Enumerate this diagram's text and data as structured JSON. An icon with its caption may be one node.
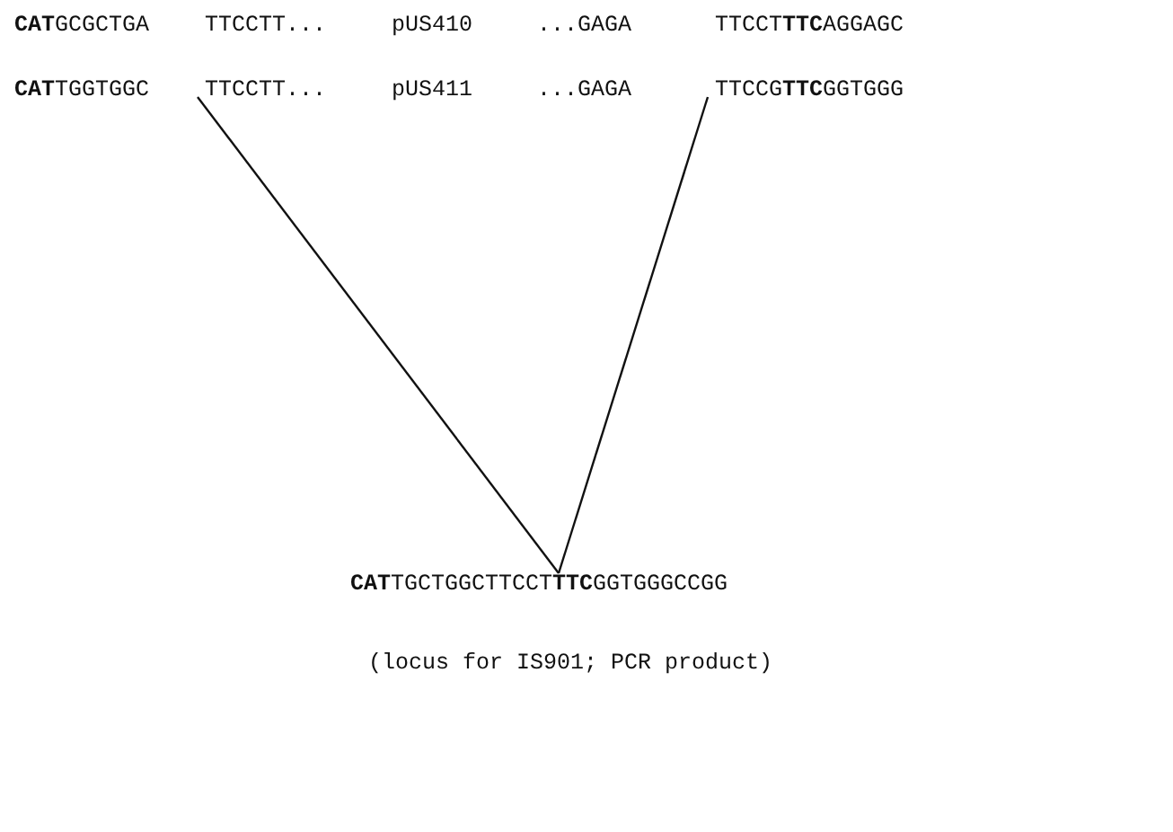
{
  "diagram": {
    "caption": "(locus for IS901; PCR product)",
    "nodes": [
      {
        "text": [
          "TTCCTT..."
        ]
      },
      {
        "text": [
          "TTCCG**TTC**GGTGGG"
        ]
      },
      {
        "text": [
          "**CAT**TGCTGGCTTCCT**TTC**GGTGGGCCGG"
        ]
      }
    ],
    "edges": [
      {
        "from": 0,
        "to": 2,
        "arrow": "none"
      },
      {
        "from": 1,
        "to": 2,
        "arrow": "none"
      }
    ],
    "labels": [
      "**CAT**GCGCTGA",
      "TTCCTT...",
      "pUS410",
      "...GAGA",
      "TTCCT**TTC**AGGAGC",
      "**CAT**TGGTGGC",
      "pUS411",
      "...GAGA"
    ]
  }
}
